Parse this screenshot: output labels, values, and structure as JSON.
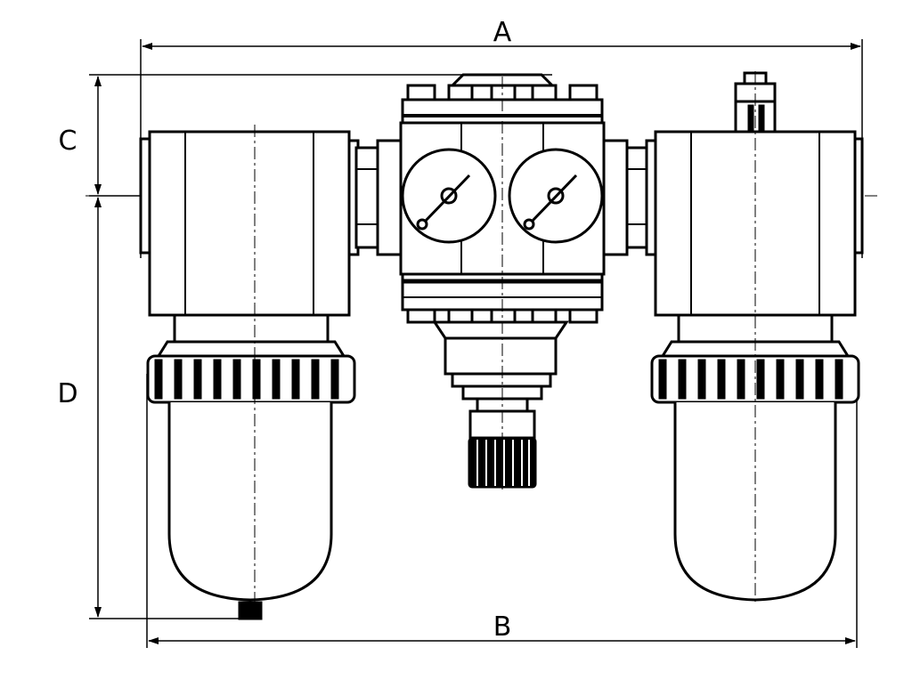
{
  "dimensions": {
    "A": "A",
    "B": "B",
    "C": "C",
    "D": "D"
  },
  "colors": {
    "line": "#000000",
    "background": "#ffffff"
  }
}
